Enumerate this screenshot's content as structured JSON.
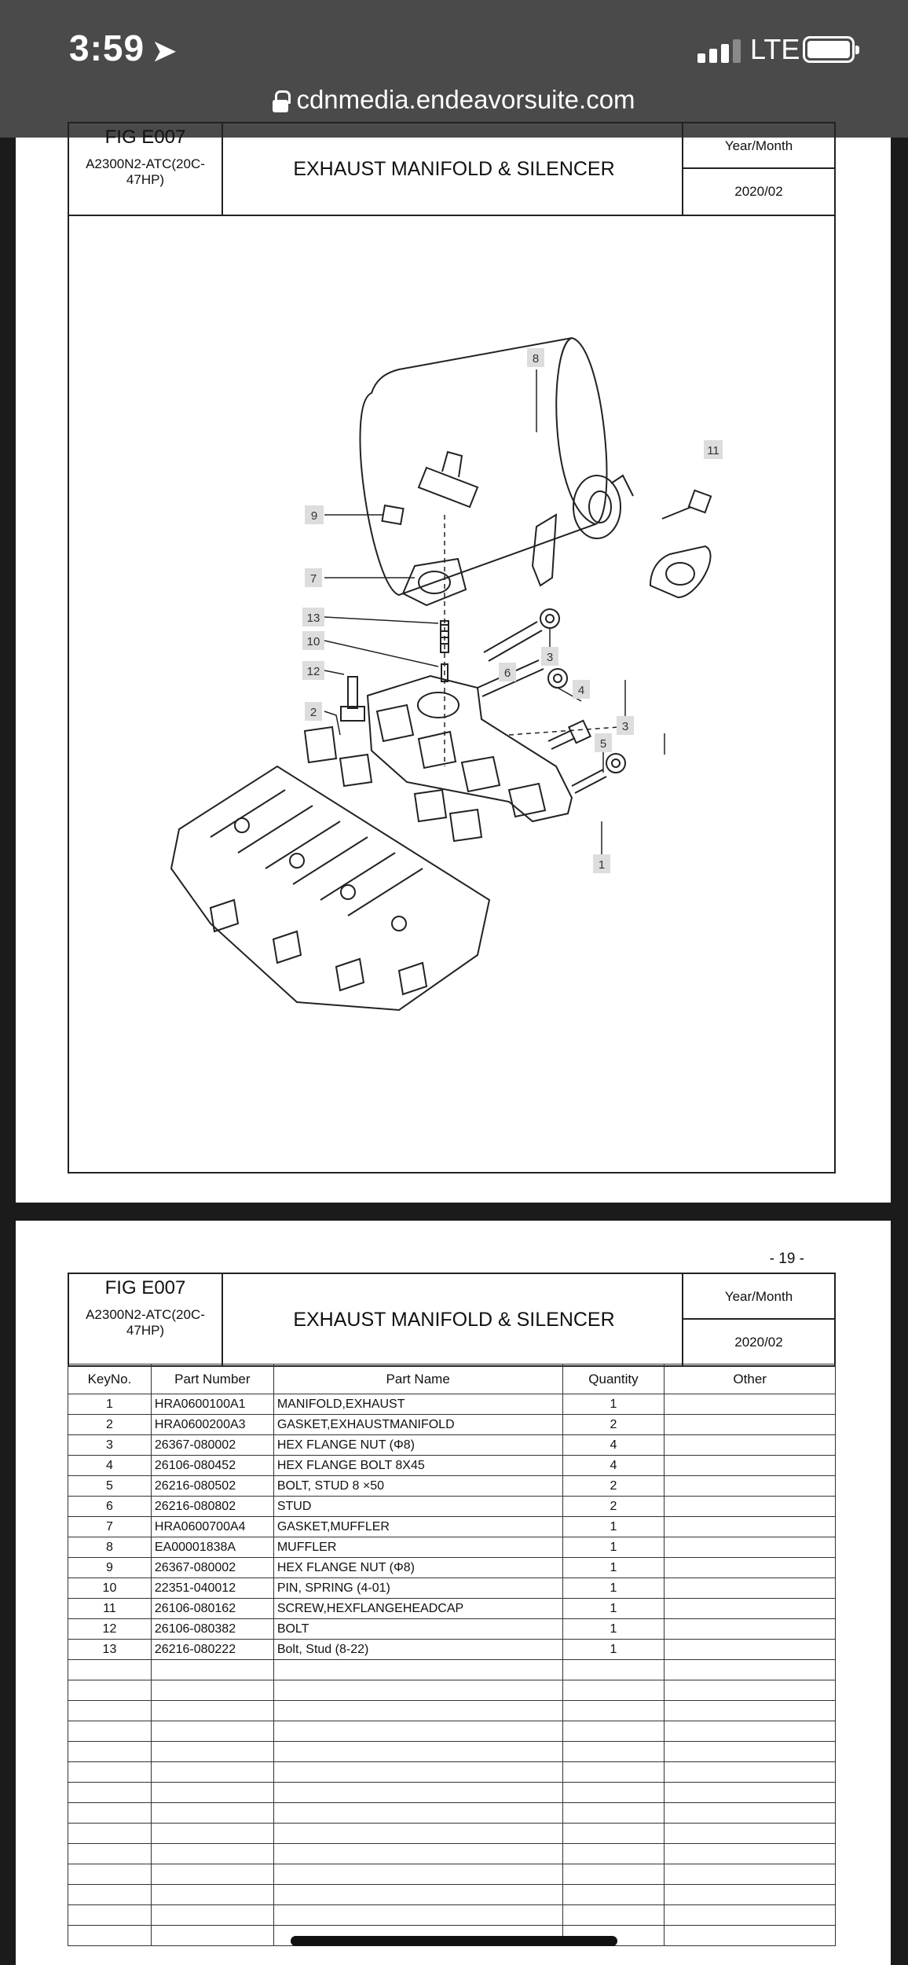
{
  "status_bar": {
    "time": "3:59",
    "network": "LTE"
  },
  "browser": {
    "url": "cdnmedia.endeavorsuite.com"
  },
  "page1": {
    "fig": "FIG E007",
    "model": "A2300N2-ATC(20C-47HP)",
    "title": "EXHAUST MANIFOLD & SILENCER",
    "year_month_label": "Year/Month",
    "year_month": "2020/02",
    "callouts": [
      "8",
      "11",
      "9",
      "7",
      "13",
      "10",
      "12",
      "2",
      "6",
      "3",
      "4",
      "3",
      "5",
      "1"
    ]
  },
  "page2": {
    "page_number": "- 19 -",
    "fig": "FIG E007",
    "model": "A2300N2-ATC(20C-47HP)",
    "title": "EXHAUST MANIFOLD & SILENCER",
    "year_month_label": "Year/Month",
    "year_month": "2020/02",
    "columns": [
      "KeyNo.",
      "Part Number",
      "Part Name",
      "Quantity",
      "Other"
    ],
    "rows": [
      [
        "1",
        "HRA0600100A1",
        "MANIFOLD,EXHAUST",
        "1",
        ""
      ],
      [
        "2",
        "HRA0600200A3",
        "GASKET,EXHAUSTMANIFOLD",
        "2",
        ""
      ],
      [
        "3",
        "26367-080002",
        "HEX FLANGE NUT (Φ8)",
        "4",
        ""
      ],
      [
        "4",
        "26106-080452",
        "HEX FLANGE BOLT 8X45",
        "4",
        ""
      ],
      [
        "5",
        "26216-080502",
        "BOLT, STUD 8 ×50",
        "2",
        ""
      ],
      [
        "6",
        "26216-080802",
        "STUD",
        "2",
        ""
      ],
      [
        "7",
        "HRA0600700A4",
        "GASKET,MUFFLER",
        "1",
        ""
      ],
      [
        "8",
        "EA00001838A",
        "MUFFLER",
        "1",
        ""
      ],
      [
        "9",
        "26367-080002",
        "HEX FLANGE NUT (Φ8)",
        "1",
        ""
      ],
      [
        "10",
        "22351-040012",
        "PIN, SPRING (4-01)",
        "1",
        ""
      ],
      [
        "11",
        "26106-080162",
        "SCREW,HEXFLANGEHEADCAP",
        "1",
        ""
      ],
      [
        "12",
        "26106-080382",
        "BOLT",
        "1",
        ""
      ],
      [
        "13",
        "26216-080222",
        "Bolt, Stud (8-22)",
        "1",
        ""
      ]
    ]
  }
}
